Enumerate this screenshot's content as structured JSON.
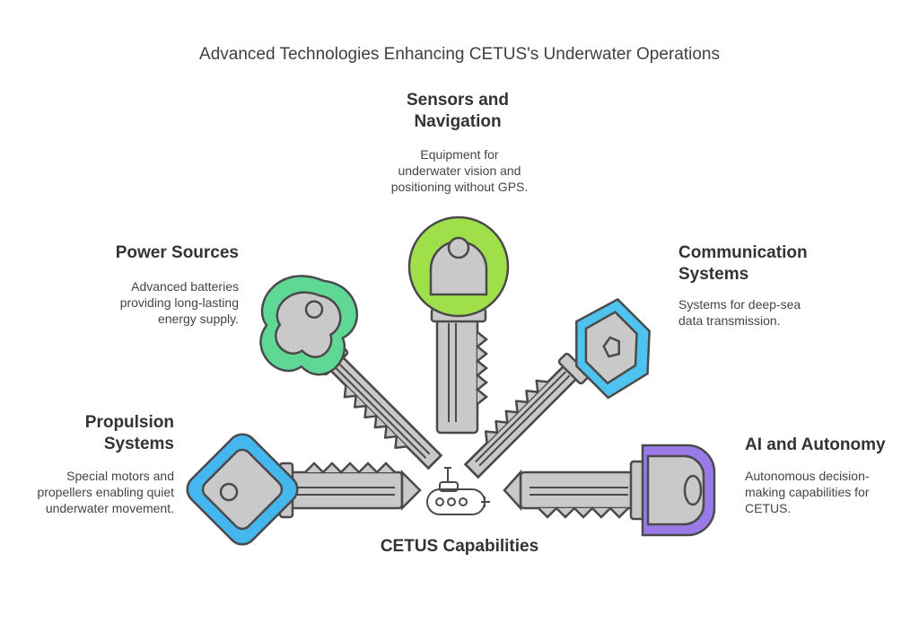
{
  "title": "Advanced Technologies Enhancing CETUS's Underwater Operations",
  "center_label": "CETUS Capabilities",
  "items": [
    {
      "heading_line1": "Sensors and",
      "heading_line2": "Navigation",
      "desc_line1": "Equipment for",
      "desc_line2": "underwater vision and",
      "desc_line3": "positioning without GPS.",
      "color": "#9fe04a"
    },
    {
      "heading_line1": "Power Sources",
      "heading_line2": "",
      "desc_line1": "Advanced batteries",
      "desc_line2": "providing long-lasting",
      "desc_line3": "energy supply.",
      "color": "#5fd896"
    },
    {
      "heading_line1": "Communication",
      "heading_line2": "Systems",
      "desc_line1": "Systems for deep-sea",
      "desc_line2": "data transmission.",
      "desc_line3": "",
      "color": "#4fc3ef"
    },
    {
      "heading_line1": "Propulsion",
      "heading_line2": "Systems",
      "desc_line1": "Special motors and",
      "desc_line2": "propellers enabling quiet",
      "desc_line3": "underwater movement.",
      "color": "#45b6ee"
    },
    {
      "heading_line1": "AI and Autonomy",
      "heading_line2": "",
      "desc_line1": "Autonomous decision-",
      "desc_line2": "making capabilities for",
      "desc_line3": "CETUS.",
      "color": "#9a7ae8"
    }
  ],
  "icons": {
    "center": "submarine-icon"
  }
}
